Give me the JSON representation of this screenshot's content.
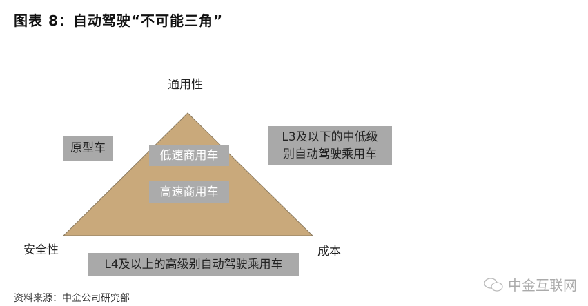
{
  "title": "图表 8：自动驾驶“不可能三角”",
  "vertices": {
    "top": "通用性",
    "bottom_left": "安全性",
    "bottom_right": "成本"
  },
  "boxes": {
    "prototype": "原型车",
    "low_speed": "低速商用车",
    "high_speed": "高速商用车",
    "l3_line1": "L3及以下的中低级",
    "l3_line2": "别自动驾驶乘用车",
    "l4": "L4及以上的高级别自动驾驶乘用车"
  },
  "source": "资料来源：中金公司研究部",
  "watermark": "中金互联网",
  "colors": {
    "triangle": "#c9a97b",
    "box": "#a9a9a9"
  }
}
